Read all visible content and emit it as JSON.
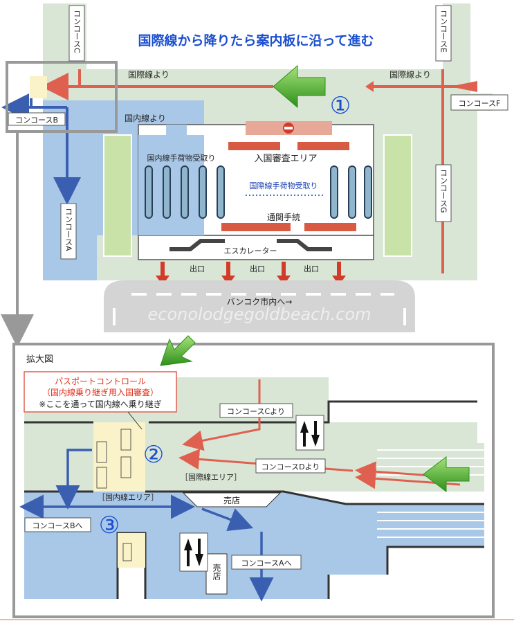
{
  "map": {
    "title": "国際線から降りたら案内板に沿って進む",
    "labels": {
      "concourse_c": "コンコースC",
      "concourse_e": "コンコースE",
      "concourse_f": "コンコースF",
      "concourse_g": "コンコースG",
      "concourse_b": "コンコースB",
      "concourse_a": "コンコースA",
      "from_international_left": "国際線より",
      "from_international_right": "国際線より",
      "from_domestic": "国内線より",
      "immigration_area": "入国審査エリア",
      "domestic_baggage": "国内線手荷物受取り",
      "international_baggage": "国際線手荷物受取り",
      "customs": "通関手続",
      "escalator": "エスカレーター",
      "exit": "出口",
      "to_bangkok": "バンコク市内へ→",
      "watermark": "econolodgegoldbeach.com",
      "step1": "①"
    }
  },
  "enlarged": {
    "title": "拡大図",
    "passport_title": "パスポートコントロール",
    "passport_sub": "（国内線乗り継ぎ用入国審査）",
    "passport_note": "※ここを通って国内線へ乗り継ぎ",
    "from_concourse_c": "コンコースCより",
    "from_concourse_d": "コンコースDより",
    "international_area": "［国際線エリア］",
    "domestic_area": "［国内線エリア］",
    "shop": "売店",
    "shop_vertical": "売店",
    "to_concourse_b": "コンコースBへ",
    "to_concourse_a": "コンコースAへ",
    "step2": "②",
    "step3": "③"
  },
  "colors": {
    "red_route": "#e06050",
    "blue_route": "#3a5fb0",
    "green_arrow": "#4cb82a",
    "intl_area": "#d9e6d5",
    "dom_area": "#a9c8e8"
  }
}
